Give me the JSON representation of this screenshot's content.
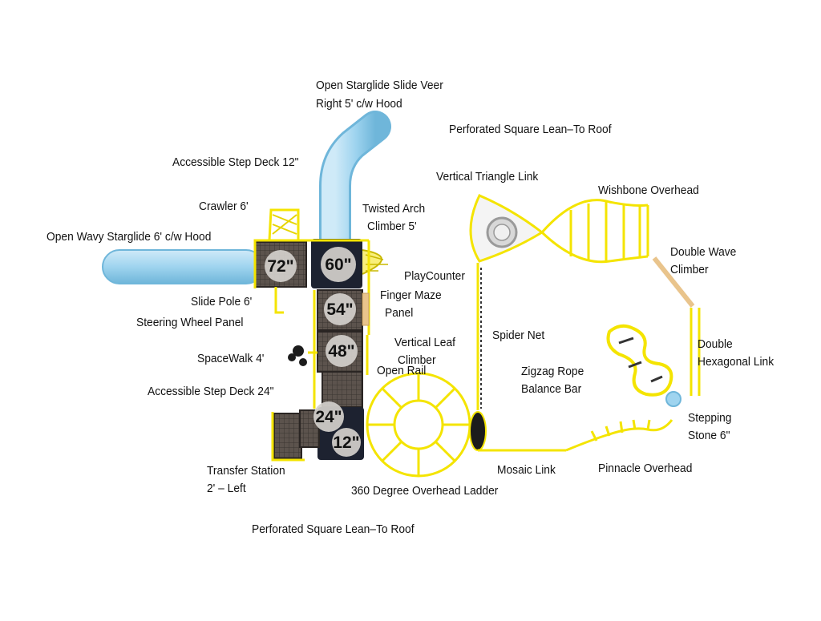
{
  "colors": {
    "deck": "#1a1e2b",
    "deck_alt": "#6b625c",
    "yellow": "#f4e400",
    "yellow_dark": "#c8b800",
    "slide_blue": "#9fd4ef",
    "slide_blue_dark": "#6fb6da",
    "disc": "#d4d0cc",
    "wood": "#e9c48c"
  },
  "heights": [
    "72\"",
    "60\"",
    "54\"",
    "48\"",
    "24\"",
    "12\""
  ],
  "labels": {
    "open_starglide_veer_1": "Open Starglide Slide Veer",
    "open_starglide_veer_2": "Right 5' c/w Hood",
    "roof_top": "Perforated Square Lean–To Roof",
    "step_deck_12": "Accessible Step Deck 12\"",
    "vertical_triangle_link": "Vertical Triangle Link",
    "wishbone_overhead": "Wishbone Overhead",
    "crawler": "Crawler 6'",
    "twisted_arch_1": "Twisted Arch",
    "twisted_arch_2": "Climber 5'",
    "open_wavy": "Open Wavy Starglide 6' c/w Hood",
    "double_wave_1": "Double Wave",
    "double_wave_2": "Climber",
    "playcounter": "PlayCounter",
    "finger_maze_1": "Finger Maze",
    "finger_maze_2": "Panel",
    "slide_pole": "Slide Pole 6'",
    "steering_wheel": "Steering Wheel Panel",
    "spider_net": "Spider Net",
    "vertical_leaf_1": "Vertical Leaf",
    "vertical_leaf_2": "Climber",
    "double_hex_1": "Double",
    "double_hex_2": "Hexagonal Link",
    "spacewalk": "SpaceWalk 4'",
    "open_rail": "Open Rail",
    "zigzag_1": "Zigzag Rope",
    "zigzag_2": "Balance Bar",
    "step_deck_24": "Accessible Step Deck 24\"",
    "stepping_stone_1": "Stepping",
    "stepping_stone_2": "Stone 6\"",
    "transfer_1": "Transfer Station",
    "transfer_2": "2' – Left",
    "mosaic_link": "Mosaic Link",
    "pinnacle": "Pinnacle Overhead",
    "overhead_ladder": "360 Degree Overhead Ladder",
    "roof_bottom": "Perforated Square Lean–To Roof"
  }
}
